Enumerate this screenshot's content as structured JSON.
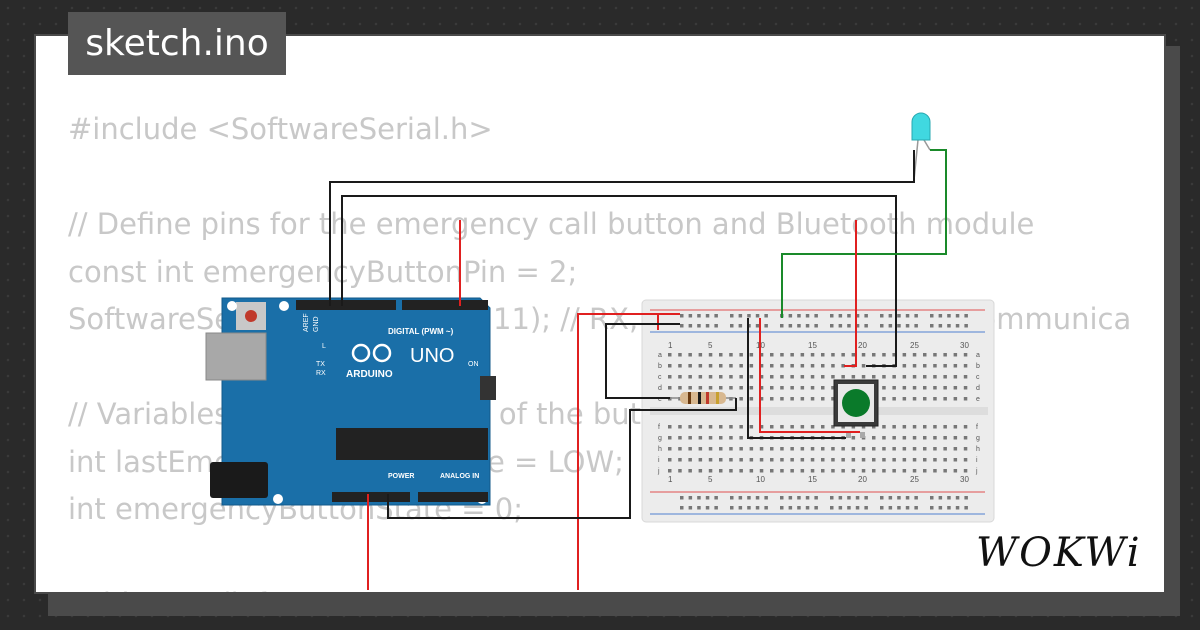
{
  "tab": {
    "filename": "sketch.ino"
  },
  "code_lines": [
    "#include <SoftwareSerial.h>",
    "",
    "// Define pins for the emergency call button and Bluetooth module",
    "const int emergencyButtonPin = 2;",
    "SoftwareSerial bluetooth(10, 11); // RX, TX pins for Bluetooth communication",
    "",
    "// Variables to store the state of the button",
    "int lastEmergencyButtonState = LOW;",
    "int emergencyButtonState = 0;",
    "",
    "void setup() {"
  ],
  "arduino": {
    "brand": "ARDUINO",
    "model": "UNO",
    "on_label": "ON",
    "digital_label": "DIGITAL (PWM ~)",
    "power_label": "POWER",
    "analog_label": "ANALOG IN",
    "aref": "AREF",
    "gnd": "GND",
    "l_label": "L",
    "tx_label": "TX",
    "rx_label": "RX"
  },
  "breadboard": {
    "col_numbers": [
      "1",
      "5",
      "10",
      "15",
      "20",
      "25",
      "30"
    ],
    "row_letters_top": [
      "a",
      "b",
      "c",
      "d",
      "e"
    ],
    "row_letters_bottom": [
      "f",
      "g",
      "h",
      "i",
      "j"
    ]
  },
  "logo": {
    "text": "WOKWi"
  },
  "colors": {
    "wire_red": "#e02020",
    "wire_black": "#1a1a1a",
    "wire_green": "#1a8a2a",
    "board_blue": "#1a6fa8",
    "button_green": "#0a7a2a",
    "led_cyan": "#40d8e0"
  }
}
